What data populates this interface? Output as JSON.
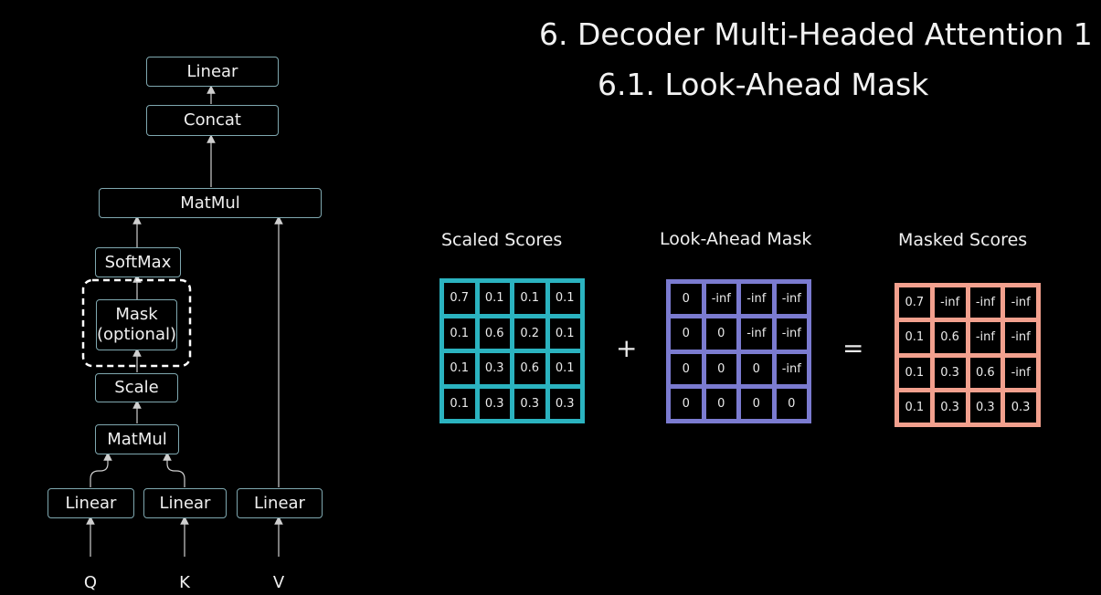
{
  "titles": {
    "main": "6. Decoder Multi-Headed Attention 1",
    "sub": "6.1. Look-Ahead Mask"
  },
  "architecture": {
    "blocks": {
      "linear_top": "Linear",
      "concat": "Concat",
      "matmul_top": "MatMul",
      "softmax": "SoftMax",
      "mask": "Mask\n(optional)",
      "scale": "Scale",
      "matmul_bottom": "MatMul",
      "linear_q": "Linear",
      "linear_k": "Linear",
      "linear_v": "Linear"
    },
    "inputs": {
      "q": "Q",
      "k": "K",
      "v": "V"
    }
  },
  "matrices": {
    "scaled": {
      "label": "Scaled Scores",
      "color": "#2bb3c0",
      "cells": [
        [
          "0.7",
          "0.1",
          "0.1",
          "0.1"
        ],
        [
          "0.1",
          "0.6",
          "0.2",
          "0.1"
        ],
        [
          "0.1",
          "0.3",
          "0.6",
          "0.1"
        ],
        [
          "0.1",
          "0.3",
          "0.3",
          "0.3"
        ]
      ]
    },
    "mask": {
      "label": "Look-Ahead Mask",
      "color": "#7b7bd0",
      "cells": [
        [
          "0",
          "-inf",
          "-inf",
          "-inf"
        ],
        [
          "0",
          "0",
          "-inf",
          "-inf"
        ],
        [
          "0",
          "0",
          "0",
          "-inf"
        ],
        [
          "0",
          "0",
          "0",
          "0"
        ]
      ]
    },
    "masked": {
      "label": "Masked Scores",
      "color": "#f2a08e",
      "cells": [
        [
          "0.7",
          "-inf",
          "-inf",
          "-inf"
        ],
        [
          "0.1",
          "0.6",
          "-inf",
          "-inf"
        ],
        [
          "0.1",
          "0.3",
          "0.6",
          "-inf"
        ],
        [
          "0.1",
          "0.3",
          "0.3",
          "0.3"
        ]
      ]
    }
  },
  "operators": {
    "plus": "+",
    "equals": "="
  }
}
